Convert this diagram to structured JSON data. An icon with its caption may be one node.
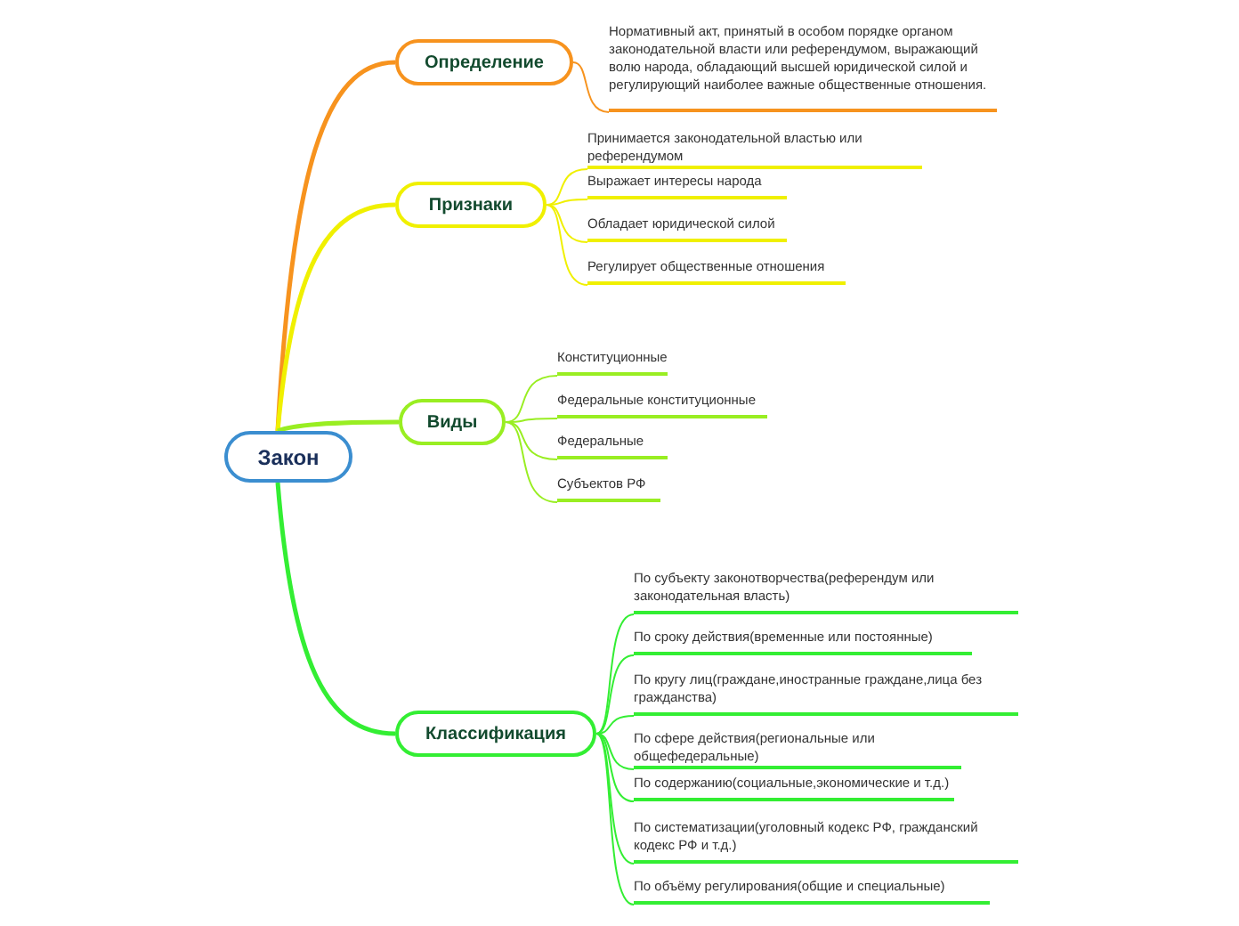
{
  "diagram": {
    "nodes": [
      {
        "text": [
          "Закон"
        ]
      },
      {
        "text": [
          "Определение"
        ]
      },
      {
        "text": [
          "Нормативный акт, принятый в особом порядке органом законодательной власти или референдумом, выражающий волю народа, обладающий высшей юридической силой и регулирующий наиболее важные общественные отношения."
        ]
      },
      {
        "text": [
          "Признаки"
        ]
      },
      {
        "text": [
          "Принимается законодательной властью или референдумом"
        ]
      },
      {
        "text": [
          "Выражает интересы народа"
        ]
      },
      {
        "text": [
          "Обладает юридической силой"
        ]
      },
      {
        "text": [
          "Регулирует общественные отношения"
        ]
      },
      {
        "text": [
          "Виды"
        ]
      },
      {
        "text": [
          "Конституционные"
        ]
      },
      {
        "text": [
          "Федеральные конституционные"
        ]
      },
      {
        "text": [
          "Федеральные"
        ]
      },
      {
        "text": [
          "Субъектов РФ"
        ]
      },
      {
        "text": [
          "Классификация"
        ]
      },
      {
        "text": [
          "По субъекту законотворчества(референдум или законодательная власть)"
        ]
      },
      {
        "text": [
          "По сроку действия(временные или постоянные)"
        ]
      },
      {
        "text": [
          "По кругу лиц(граждане,иностранные граждане,лица без гражданства)"
        ]
      },
      {
        "text": [
          "По сфере действия(региональные или общефедеральные)"
        ]
      },
      {
        "text": [
          "По содержанию(социальные,экономические и т.д.)"
        ]
      },
      {
        "text": [
          "По систематизации(уголовный кодекс РФ, гражданский кодекс РФ и т.д.)"
        ]
      },
      {
        "text": [
          "По объёму регулирования(общие и специальные)"
        ]
      }
    ],
    "edges": [
      {
        "from": 0,
        "to": 1,
        "arrow": "none",
        "style": "thick",
        "color": "#f7931e"
      },
      {
        "from": 1,
        "to": 2,
        "arrow": "none",
        "color": "#f7931e"
      },
      {
        "from": 0,
        "to": 3,
        "arrow": "none",
        "style": "thick",
        "color": "#f0f000"
      },
      {
        "from": 3,
        "to": 4,
        "arrow": "none",
        "color": "#f0f000"
      },
      {
        "from": 3,
        "to": 5,
        "arrow": "none",
        "color": "#f0f000"
      },
      {
        "from": 3,
        "to": 6,
        "arrow": "none",
        "color": "#f0f000"
      },
      {
        "from": 3,
        "to": 7,
        "arrow": "none",
        "color": "#f0f000"
      },
      {
        "from": 0,
        "to": 8,
        "arrow": "none",
        "style": "thick",
        "color": "#99ee22"
      },
      {
        "from": 8,
        "to": 9,
        "arrow": "none",
        "color": "#99ee22"
      },
      {
        "from": 8,
        "to": 10,
        "arrow": "none",
        "color": "#99ee22"
      },
      {
        "from": 8,
        "to": 11,
        "arrow": "none",
        "color": "#99ee22"
      },
      {
        "from": 8,
        "to": 12,
        "arrow": "none",
        "color": "#99ee22"
      },
      {
        "from": 0,
        "to": 13,
        "arrow": "none",
        "style": "thick",
        "color": "#33ee33"
      },
      {
        "from": 13,
        "to": 14,
        "arrow": "none",
        "color": "#33ee33"
      },
      {
        "from": 13,
        "to": 15,
        "arrow": "none",
        "color": "#33ee33"
      },
      {
        "from": 13,
        "to": 16,
        "arrow": "none",
        "color": "#33ee33"
      },
      {
        "from": 13,
        "to": 17,
        "arrow": "none",
        "color": "#33ee33"
      },
      {
        "from": 13,
        "to": 18,
        "arrow": "none",
        "color": "#33ee33"
      },
      {
        "from": 13,
        "to": 19,
        "arrow": "none",
        "color": "#33ee33"
      },
      {
        "from": 13,
        "to": 20,
        "arrow": "none",
        "color": "#33ee33"
      }
    ]
  }
}
